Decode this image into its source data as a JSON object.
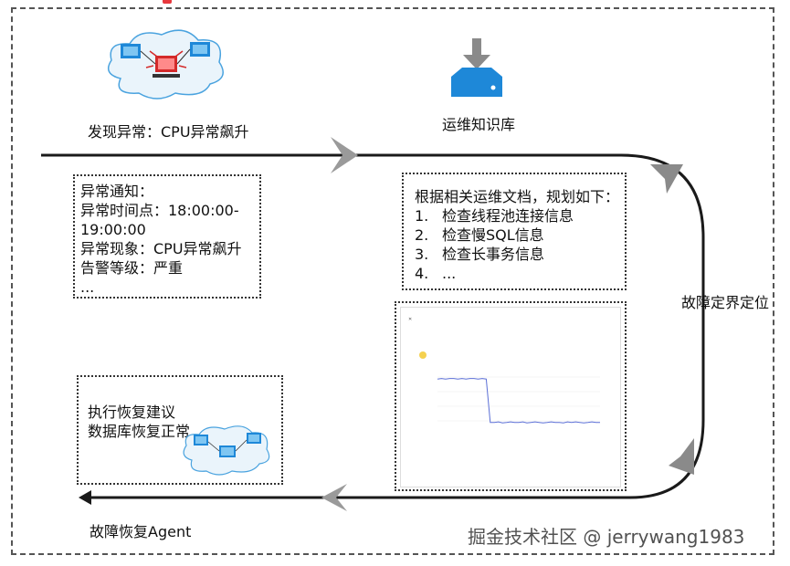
{
  "discover_label": "发现异常：CPU异常飙升",
  "kb_label": "运维知识库",
  "fault_locate_label": "故障定界定位",
  "recovery_agent_label": "故障恢复Agent",
  "alert_box": {
    "lines": [
      "异常通知：",
      "异常时间点：18:00:00-",
      "19:00:00",
      "异常现象：CPU异常飙升",
      "告警等级：严重",
      "..."
    ]
  },
  "plan_box": {
    "title": "根据相关运维文档，规划如下：",
    "items": [
      {
        "num": "1.",
        "text": "检查线程池连接信息"
      },
      {
        "num": "2.",
        "text": "检查慢SQL信息"
      },
      {
        "num": "3.",
        "text": "检查长事务信息"
      },
      {
        "num": "4.",
        "text": "..."
      }
    ]
  },
  "recovery_box": {
    "lines": [
      "执行恢复建议",
      "数据库恢复正常"
    ]
  },
  "watermark": "掘金技术社区 @ jerrywang1983",
  "colors": {
    "accent_blue": "#1e88d8",
    "flow_line": "#1a1a1a",
    "frame": "#555555",
    "chart_line": "#5b6fd6"
  },
  "icons": {
    "network": "network-alert-icon",
    "download": "download-tray-icon",
    "recovered": "network-normal-icon"
  },
  "screenshot_chart": {
    "type": "line",
    "ylim": [
      0,
      100
    ],
    "values": [
      96,
      97,
      96,
      97,
      97,
      96,
      97,
      96,
      97,
      97,
      96,
      97,
      96,
      8,
      8,
      9,
      7,
      8,
      9,
      8,
      8,
      9,
      7,
      8,
      9,
      8,
      7,
      8,
      9,
      8,
      8,
      7,
      9,
      8,
      9,
      8,
      7,
      8,
      9,
      8,
      8
    ]
  }
}
